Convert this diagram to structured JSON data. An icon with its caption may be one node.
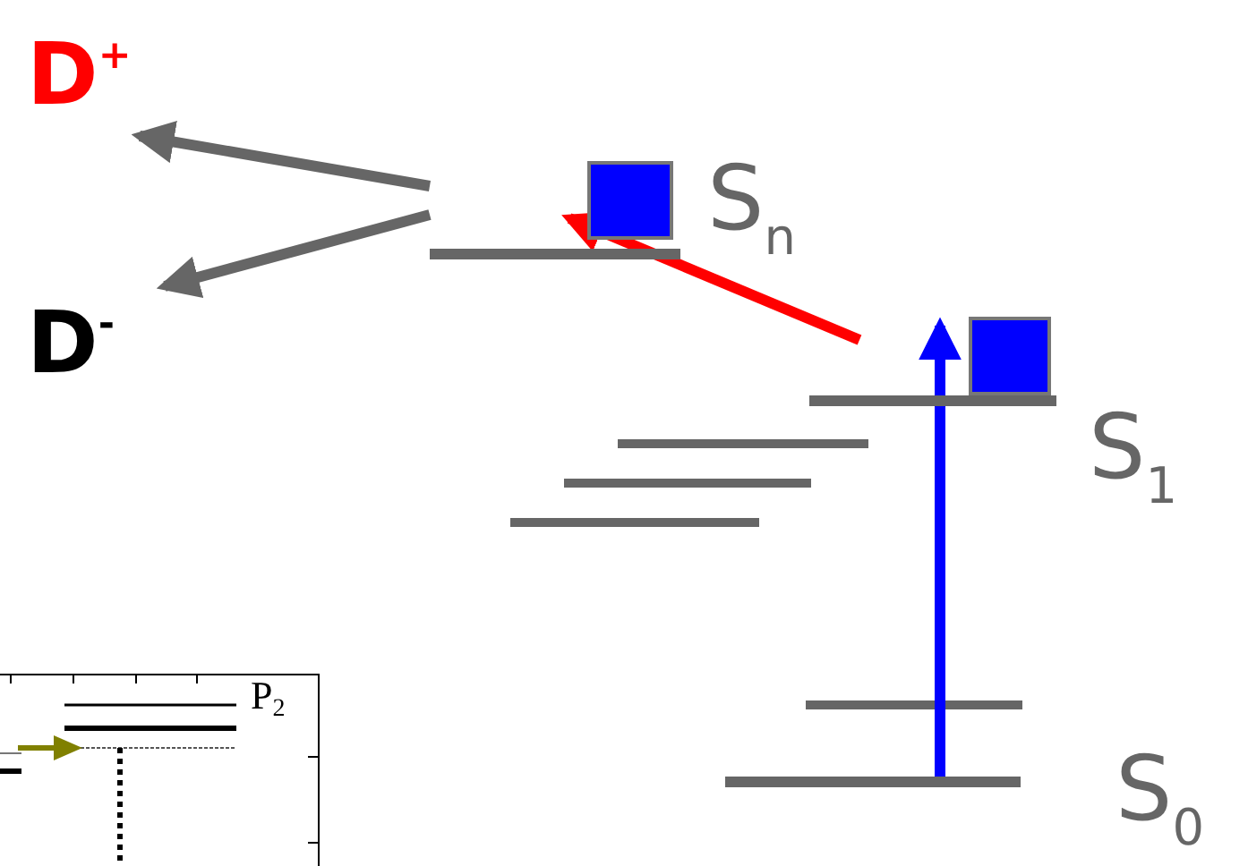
{
  "diagram": {
    "nodes": [
      {
        "text": [
          "D$^{+}$"
        ]
      },
      {
        "text": [
          "D$^{-}$"
        ]
      },
      {
        "text": [
          "S$_{n}$"
        ]
      },
      {
        "text": [
          "S$_{1}$"
        ]
      },
      {
        "text": [
          "S$_{0}$"
        ]
      }
    ],
    "edges": [
      {
        "from": 2,
        "to": 0,
        "arrow": "to"
      },
      {
        "from": 2,
        "to": 1,
        "arrow": "to"
      },
      {
        "from": 3,
        "to": 2,
        "arrow": "to",
        "color": "#ff0000"
      },
      {
        "from": 4,
        "to": 3,
        "arrow": "to",
        "color": "#0000ff"
      }
    ],
    "labels": [
      "P$_{2}$"
    ]
  }
}
